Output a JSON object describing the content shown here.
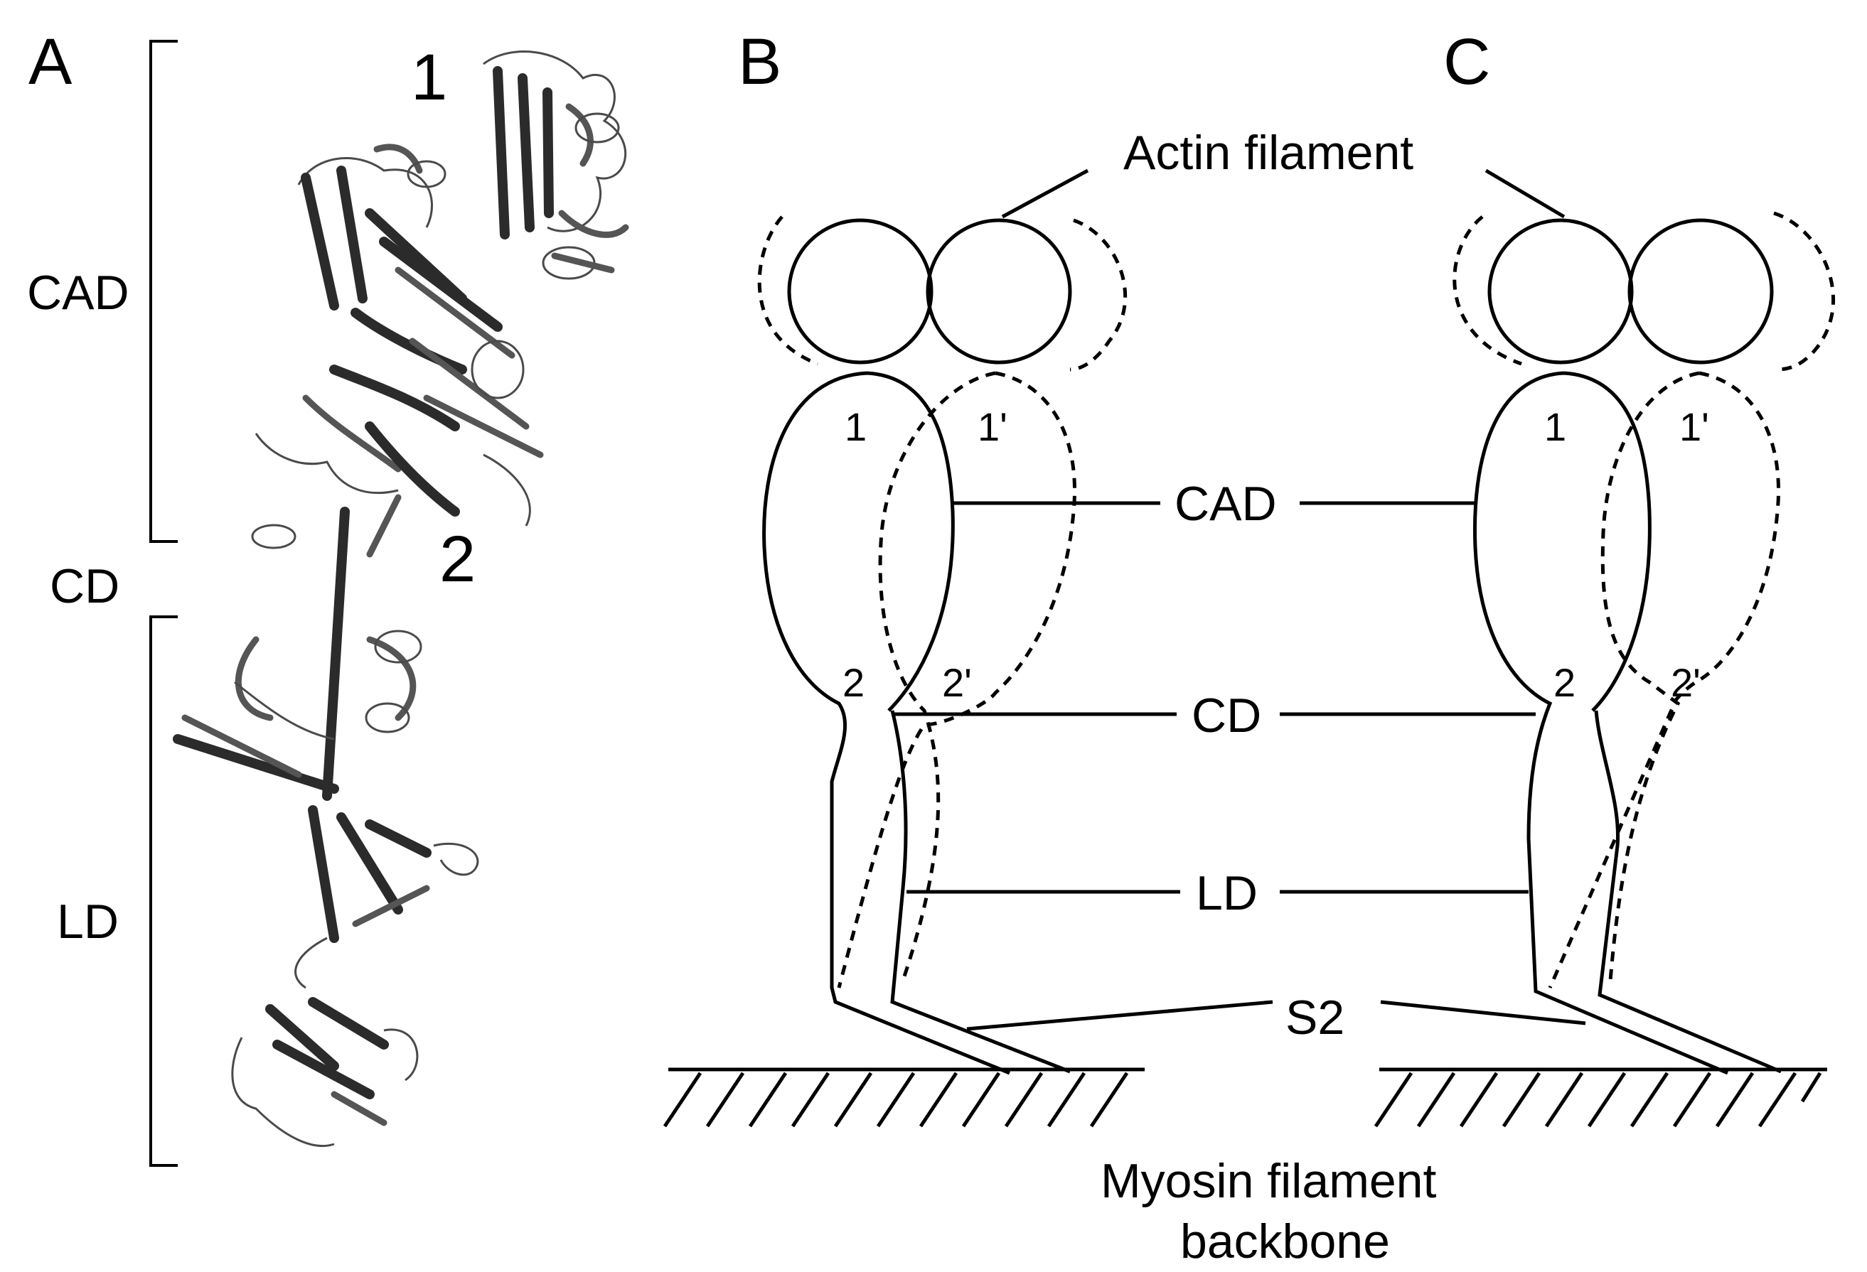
{
  "panels": {
    "a": {
      "letter": "A",
      "site1": "1",
      "site2": "2",
      "cad": "CAD",
      "cd": "CD",
      "ld": "LD"
    },
    "b": {
      "letter": "B",
      "site1": "1",
      "site1p": "1'",
      "site2": "2",
      "site2p": "2'"
    },
    "c": {
      "letter": "C",
      "site1": "1",
      "site1p": "1'",
      "site2": "2",
      "site2p": "2'"
    }
  },
  "center_labels": {
    "actin": "Actin filament",
    "cad": "CAD",
    "cd": "CD",
    "ld": "LD",
    "s2": "S2",
    "myosin_line1": "Myosin filament",
    "myosin_line2": "backbone"
  }
}
